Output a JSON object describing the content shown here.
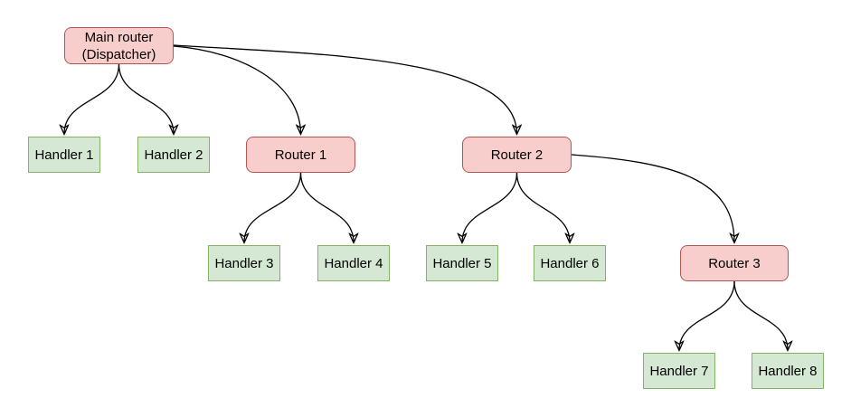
{
  "diagram": {
    "type": "flowchart-tree",
    "background": "#ffffff"
  },
  "colors": {
    "router_fill": "#f8cecc",
    "router_border": "#b85450",
    "handler_fill": "#d5e8d4",
    "handler_border": "#82b366",
    "edge": "#000000",
    "text": "#000000"
  },
  "nodes": [
    {
      "id": "main-router",
      "type": "router",
      "label": "Main router\n(Dispatcher)"
    },
    {
      "id": "handler-1",
      "type": "handler",
      "label": "Handler 1"
    },
    {
      "id": "handler-2",
      "type": "handler",
      "label": "Handler 2"
    },
    {
      "id": "router-1",
      "type": "router",
      "label": "Router 1"
    },
    {
      "id": "router-2",
      "type": "router",
      "label": "Router 2"
    },
    {
      "id": "handler-3",
      "type": "handler",
      "label": "Handler 3"
    },
    {
      "id": "handler-4",
      "type": "handler",
      "label": "Handler 4"
    },
    {
      "id": "handler-5",
      "type": "handler",
      "label": "Handler 5"
    },
    {
      "id": "handler-6",
      "type": "handler",
      "label": "Handler 6"
    },
    {
      "id": "router-3",
      "type": "router",
      "label": "Router 3"
    },
    {
      "id": "handler-7",
      "type": "handler",
      "label": "Handler 7"
    },
    {
      "id": "handler-8",
      "type": "handler",
      "label": "Handler 8"
    }
  ],
  "edges": [
    {
      "from": "main-router",
      "to": "handler-1"
    },
    {
      "from": "main-router",
      "to": "handler-2"
    },
    {
      "from": "main-router",
      "to": "router-1"
    },
    {
      "from": "main-router",
      "to": "router-2"
    },
    {
      "from": "router-1",
      "to": "handler-3"
    },
    {
      "from": "router-1",
      "to": "handler-4"
    },
    {
      "from": "router-2",
      "to": "handler-5"
    },
    {
      "from": "router-2",
      "to": "handler-6"
    },
    {
      "from": "router-2",
      "to": "router-3"
    },
    {
      "from": "router-3",
      "to": "handler-7"
    },
    {
      "from": "router-3",
      "to": "handler-8"
    }
  ]
}
